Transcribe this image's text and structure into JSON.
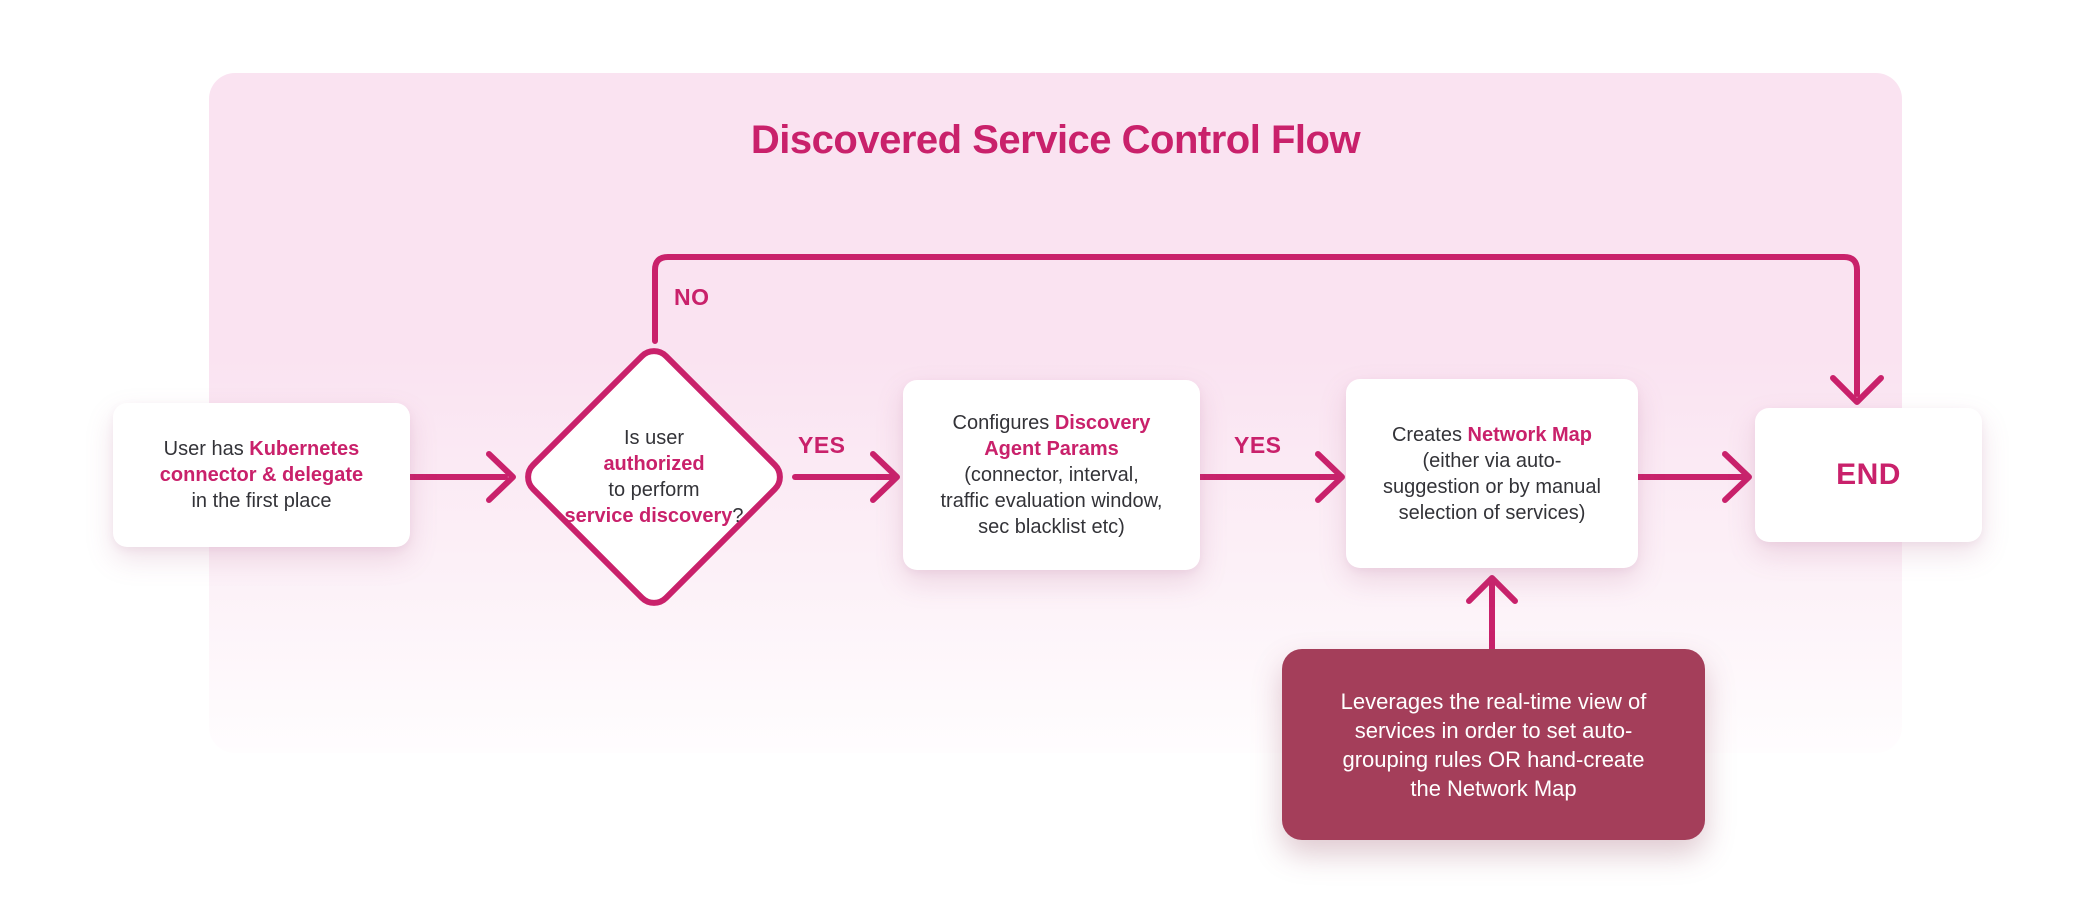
{
  "title": "Discovered Service Control Flow",
  "colors": {
    "accent": "#c9216b",
    "panel_top": "#fae3f1",
    "panel_bottom": "#fffdfe",
    "note_bg": "#a43e5a",
    "text": "#333338",
    "card_bg": "#ffffff"
  },
  "labels": {
    "no": "NO",
    "yes1": "YES",
    "yes2": "YES"
  },
  "nodes": {
    "start": {
      "lines": [
        [
          {
            "t": "User has ",
            "a": false
          },
          {
            "t": "Kubernetes",
            "a": true
          }
        ],
        [
          {
            "t": "connector & delegate",
            "a": true
          }
        ],
        [
          {
            "t": "in the first place",
            "a": false
          }
        ]
      ]
    },
    "decision": {
      "lines": [
        [
          {
            "t": "Is user",
            "a": false
          }
        ],
        [
          {
            "t": "authorized",
            "a": true
          }
        ],
        [
          {
            "t": "to perform",
            "a": false
          }
        ],
        [
          {
            "t": "service discovery",
            "a": true
          },
          {
            "t": "?",
            "a": false
          }
        ]
      ]
    },
    "configure": {
      "lines": [
        [
          {
            "t": "Configures ",
            "a": false
          },
          {
            "t": "Discovery",
            "a": true
          }
        ],
        [
          {
            "t": "Agent Params",
            "a": true
          }
        ],
        [
          {
            "t": "(connector, interval,",
            "a": false
          }
        ],
        [
          {
            "t": "traffic evaluation window,",
            "a": false
          }
        ],
        [
          {
            "t": "sec blacklist etc)",
            "a": false
          }
        ]
      ]
    },
    "network_map": {
      "lines": [
        [
          {
            "t": "Creates ",
            "a": false
          },
          {
            "t": "Network Map",
            "a": true
          }
        ],
        [
          {
            "t": "(either via auto-",
            "a": false
          }
        ],
        [
          {
            "t": "suggestion or by manual",
            "a": false
          }
        ],
        [
          {
            "t": "selection of services)",
            "a": false
          }
        ]
      ]
    },
    "end": {
      "label": "END"
    },
    "note": {
      "lines": [
        [
          {
            "t": "Leverages the real-time view of",
            "a": false
          }
        ],
        [
          {
            "t": "services in order to set auto-",
            "a": false
          }
        ],
        [
          {
            "t": "grouping rules OR hand-create",
            "a": false
          }
        ],
        [
          {
            "t": "the Network Map",
            "a": false
          }
        ]
      ]
    }
  }
}
